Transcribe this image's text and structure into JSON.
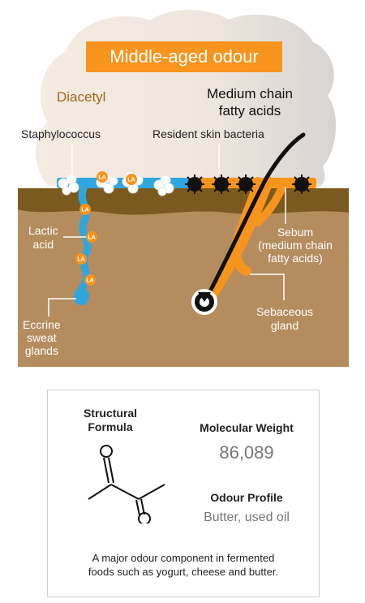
{
  "title": "Middle-aged odour",
  "labels": {
    "diacetyl": "Diacetyl",
    "medium_chain": "Medium chain\nfatty acids",
    "staphylococcus": "Staphylococcus",
    "resident_bacteria": "Resident skin bacteria",
    "lactic_acid": "Lactic\nacid",
    "eccrine": "Eccrine\nsweat\nglands",
    "sebum": "Sebum\n(medium chain\nfatty acids)",
    "sebaceous": "Sebaceous\ngland",
    "la_badge": "LA"
  },
  "colors": {
    "orange": "#f7941d",
    "sweat_blue": "#2fa6e0",
    "soil_top": "#7a5a1e",
    "soil_body": "#b48c5e",
    "cloud": "#f3ebe2"
  },
  "info_card": {
    "structural_formula_heading": "Structural\nFormula",
    "molecular_weight_heading": "Molecular Weight",
    "molecular_weight_value": "86,089",
    "odour_profile_heading": "Odour Profile",
    "odour_profile_value": "Butter, used oil",
    "description": "A major odour component in fermented\nfoods such as yogurt, cheese and butter."
  }
}
